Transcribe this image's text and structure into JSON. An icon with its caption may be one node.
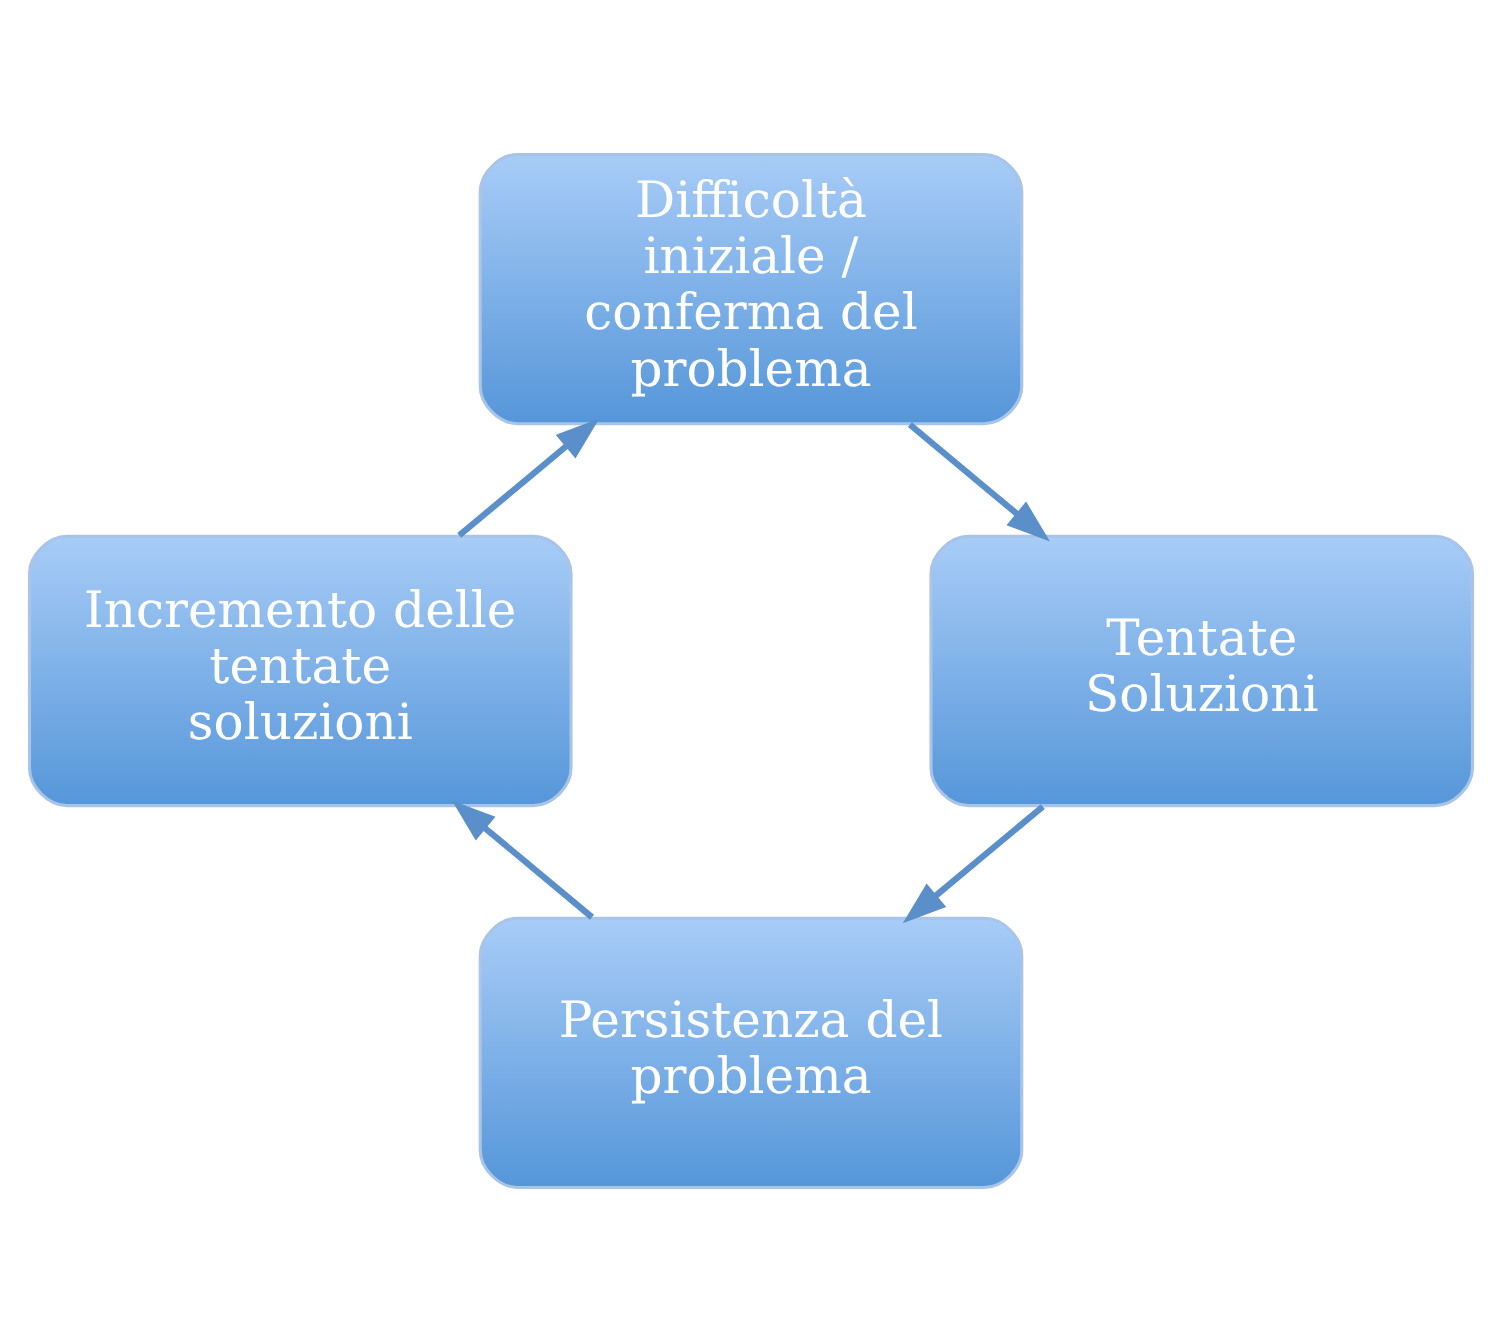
{
  "diagram": {
    "nodes": [
      {
        "text": [
          "Difficoltà iniziale / conferma del problema"
        ]
      },
      {
        "text": [
          "Tentate Soluzioni"
        ]
      },
      {
        "text": [
          "Persistenza del problema"
        ]
      },
      {
        "text": [
          "Incremento delle tentate soluzioni"
        ]
      }
    ],
    "edges": [
      {
        "from": 0,
        "to": 1,
        "arrow": "to"
      },
      {
        "from": 1,
        "to": 2,
        "arrow": "to"
      },
      {
        "from": 2,
        "to": 3,
        "arrow": "to"
      },
      {
        "from": 3,
        "to": 0,
        "arrow": "to"
      }
    ]
  }
}
